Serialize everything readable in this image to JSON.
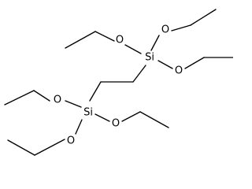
{
  "atoms": {
    "si_top": "Si",
    "si_bottom": "Si",
    "o1": "O",
    "o2": "O",
    "o3": "O",
    "o4": "O",
    "o5": "O",
    "o6": "O"
  }
}
